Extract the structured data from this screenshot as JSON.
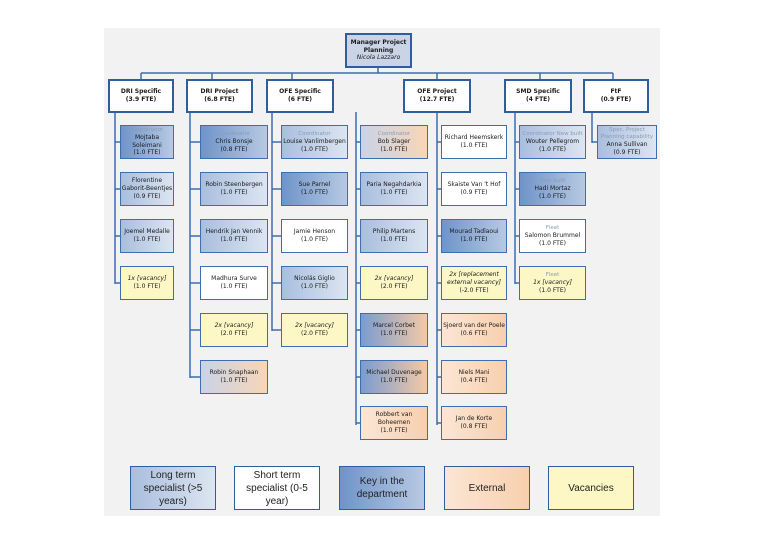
{
  "manager": {
    "title": "Manager Project Planning",
    "name": "Nicola Lazzaro"
  },
  "departments": [
    {
      "id": "dri-specific",
      "label": "DRI Specific",
      "fte": "(3.9 FTE)"
    },
    {
      "id": "dri-project",
      "label": "DRI Project",
      "fte": "(6.8 FTE)"
    },
    {
      "id": "ofe-specific",
      "label": "OFE Specific",
      "fte": "(6 FTE)"
    },
    {
      "id": "ofe-project",
      "label": "OFE Project",
      "fte": "(12.7 FTE)"
    },
    {
      "id": "smd-specific",
      "label": "SMD Specific",
      "fte": "(4 FTE)"
    },
    {
      "id": "ftf",
      "label": "FtF",
      "fte": "(0.9 FTE)"
    }
  ],
  "staff": {
    "dri_specific": [
      {
        "role": "Coordinator",
        "name": "Mojtaba Soleimani",
        "fte": "(1.0 FTE)",
        "type": "key"
      },
      {
        "role": "",
        "name": "Florentine Gaborit-Beentjes",
        "fte": "(0.9 FTE)",
        "type": "long"
      },
      {
        "role": "",
        "name": "Joemel Medalle",
        "fte": "(1.0 FTE)",
        "type": "long"
      },
      {
        "role": "",
        "name": "1x [vacancy]",
        "fte": "(1.0 FTE)",
        "type": "vac"
      }
    ],
    "dri_project": [
      {
        "role": "Coordinator",
        "name": "Chris Bonsje",
        "fte": "(0.8 FTE)",
        "type": "key"
      },
      {
        "role": "",
        "name": "Robin Steenbergen",
        "fte": "(1.0 FTE)",
        "type": "long"
      },
      {
        "role": "",
        "name": "Hendrik Jan Vennik",
        "fte": "(1.0 FTE)",
        "type": "long"
      },
      {
        "role": "",
        "name": "Madhura Surve",
        "fte": "(1.0 FTE)",
        "type": "short"
      },
      {
        "role": "",
        "name": "2x [vacancy]",
        "fte": "(2.0 FTE)",
        "type": "vac"
      },
      {
        "role": "",
        "name": "Robin Snaphaan",
        "fte": "(1.0 FTE)",
        "type": "ext"
      }
    ],
    "ofe_specific": [
      {
        "role": "Coordinator",
        "name": "Louise Vanlimbergen",
        "fte": "(1.0 FTE)",
        "type": "long"
      },
      {
        "role": "",
        "name": "Sue Parnel",
        "fte": "(1.0 FTE)",
        "type": "key"
      },
      {
        "role": "",
        "name": "Jamie Henson",
        "fte": "(1.0 FTE)",
        "type": "short"
      },
      {
        "role": "",
        "name": "Nicolás Giglio",
        "fte": "(1.0 FTE)",
        "type": "long"
      },
      {
        "role": "",
        "name": "2x [vacancy]",
        "fte": "(2.0 FTE)",
        "type": "vac"
      }
    ],
    "ofe_project_a": [
      {
        "role": "Coordinator",
        "name": "Bob Slager",
        "fte": "(1.0 FTE)",
        "type": "ext"
      },
      {
        "role": "",
        "name": "Paria Negahdarkia",
        "fte": "(1.0 FTE)",
        "type": "long"
      },
      {
        "role": "",
        "name": "Philip Martens",
        "fte": "(1.0 FTE)",
        "type": "long"
      },
      {
        "role": "",
        "name": "2x [vacancy]",
        "fte": "(2.0 FTE)",
        "type": "vac"
      },
      {
        "role": "",
        "name": "Marcel Corbet",
        "fte": "(1.0 FTE)",
        "type": "keyext"
      },
      {
        "role": "",
        "name": "Michael Duvenage",
        "fte": "(1.0 FTE)",
        "type": "keyext"
      },
      {
        "role": "",
        "name": "Robbert van Boheemen",
        "fte": "(1.0 FTE)",
        "type": "ext2"
      }
    ],
    "ofe_project_b": [
      {
        "role": "",
        "name": "Richard Heemskerk",
        "fte": "(1.0 FTE)",
        "type": "short"
      },
      {
        "role": "",
        "name": "Skaiste Van 't Hof",
        "fte": "(0.9 FTE)",
        "type": "short"
      },
      {
        "role": "",
        "name": "Mourad Tadlaoui",
        "fte": "(1.0 FTE)",
        "type": "key"
      },
      {
        "role": "",
        "name": "2x [replacement external vacancy]",
        "fte": "(-2.0 FTE)",
        "type": "vac"
      },
      {
        "role": "",
        "name": "Sjoerd van der Poele",
        "fte": "(0.6 FTE)",
        "type": "ext2"
      },
      {
        "role": "",
        "name": "Niels Mani",
        "fte": "(0.4 FTE)",
        "type": "ext2"
      },
      {
        "role": "",
        "name": "Jan de Korte",
        "fte": "(0.8 FTE)",
        "type": "ext2"
      }
    ],
    "smd_specific": [
      {
        "role": "Coordinator New built",
        "name": "Wouter Pellegrom",
        "fte": "(1.0 FTE)",
        "type": "long"
      },
      {
        "role": "New built",
        "name": "Hadi Mortaz",
        "fte": "(1.0 FTE)",
        "type": "key"
      },
      {
        "role": "Fleet",
        "name": "Salomon Brummel",
        "fte": "(1.0 FTE)",
        "type": "short"
      },
      {
        "role": "Fleet",
        "name": "1x [vacancy]",
        "fte": "(1.0 FTE)",
        "type": "vac"
      }
    ],
    "ftf": [
      {
        "role": "Spec. Project Planning capability",
        "name": "Anna Sullivan",
        "fte": "(0.9 FTE)",
        "type": "long"
      }
    ]
  },
  "legend": [
    {
      "label": "Long term specialist (>5 years)",
      "type": "long"
    },
    {
      "label": "Short term specialist (0-5 year)",
      "type": "short"
    },
    {
      "label": "Key in the department",
      "type": "key"
    },
    {
      "label": "External",
      "type": "ext2"
    },
    {
      "label": "Vacancies",
      "type": "vac"
    }
  ]
}
